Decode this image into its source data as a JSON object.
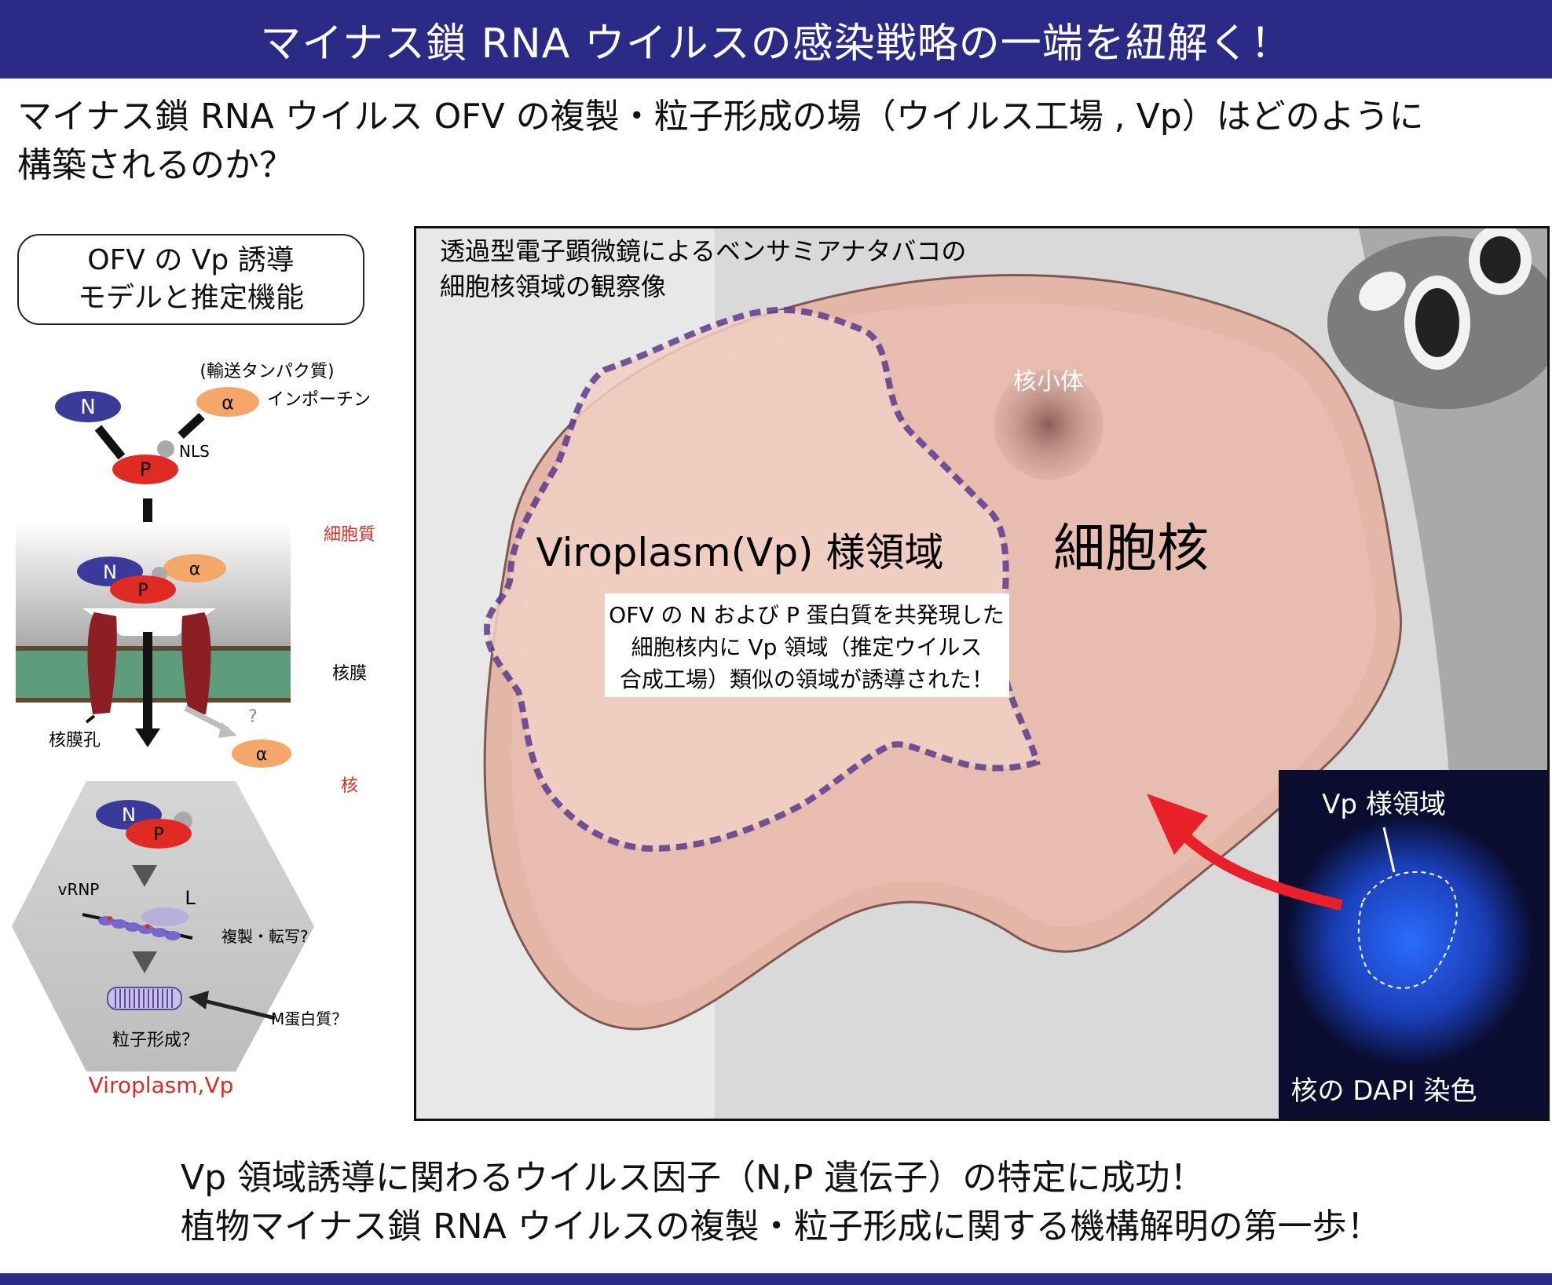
{
  "header": {
    "title": "マイナス鎖 RNA ウイルスの感染戦略の一端を紐解く！"
  },
  "question": {
    "line1": "マイナス鎖 RNA ウイルス OFV の複製・粒子形成の場（ウイルス工場 , Vp）はどのように",
    "line2": "構築されるのか？"
  },
  "model": {
    "box_line1": "OFV の Vp 誘導",
    "box_line2": "モデルと推定機能",
    "transport_label": "(輸送タンパク質)",
    "importin_label": "インポーチン",
    "n": "N",
    "p": "P",
    "alpha": "α",
    "nls": "NLS",
    "cytoplasm": "細胞質",
    "nuclear_membrane": "核膜",
    "nuclear_pore": "核膜孔",
    "question_mark": "?",
    "nucleus": "核",
    "vrnp": "vRNP",
    "l": "L",
    "replication": "複製・転写?",
    "m_protein": "M蛋白質？",
    "particle": "粒子形成？",
    "viroplasm": "Viroplasm,Vp"
  },
  "micrograph": {
    "caption_line1": "透過型電子顕微鏡によるベンサミアナタバコの",
    "caption_line2": "細胞核領域の観察像",
    "nucleolus": "核小体",
    "vp_region": "Viroplasm(Vp) 様領域",
    "nucleus_label": "細胞核",
    "note_line1": "OFV の N および P 蛋白質を共発現した",
    "note_line2": "細胞核内に Vp 領域（推定ウイルス",
    "note_line3": "合成工場）類似の領域が誘導された！",
    "inset_title": "Vp 様領域",
    "inset_caption": "核の DAPI 染色"
  },
  "summary": {
    "line1": "Vp 領域誘導に関わるウイルス因子（N,P 遺伝子）の特定に成功！",
    "line2": "植物マイナス鎖 RNA ウイルスの複製・粒子形成に関する機構解明の第一歩！"
  },
  "colors": {
    "banner": "#2b2a86",
    "n_protein": "#3a3a9a",
    "p_protein": "#e02b25",
    "alpha": "#f5a769",
    "pore": "#8b1f24",
    "membrane": "#5f9c7c",
    "dotted_line": "#5c3c8e",
    "red_label": "#e02b25",
    "arrow_red": "#e8202a"
  }
}
